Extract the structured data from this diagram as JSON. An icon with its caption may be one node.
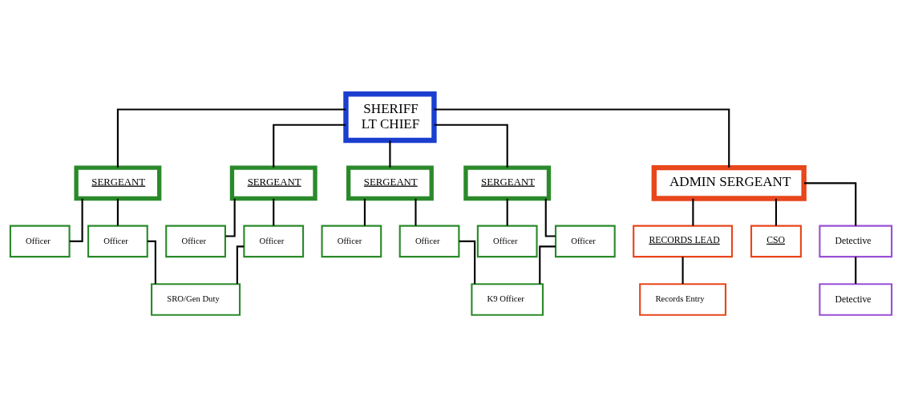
{
  "diagram": {
    "nodes": [
      {
        "text": [
          "SHERIFF",
          "LT CHIEF"
        ]
      },
      {
        "text": [
          "SERGEANT"
        ]
      },
      {
        "text": [
          "SERGEANT"
        ]
      },
      {
        "text": [
          "SERGEANT"
        ]
      },
      {
        "text": [
          "SERGEANT"
        ]
      },
      {
        "text": [
          "ADMIN SERGEANT"
        ]
      },
      {
        "text": [
          "Officer"
        ]
      },
      {
        "text": [
          "Officer"
        ]
      },
      {
        "text": [
          "Officer"
        ]
      },
      {
        "text": [
          "Officer"
        ]
      },
      {
        "text": [
          "Officer"
        ]
      },
      {
        "text": [
          "Officer"
        ]
      },
      {
        "text": [
          "Officer"
        ]
      },
      {
        "text": [
          "Officer"
        ]
      },
      {
        "text": [
          "SRO/Gen Duty"
        ]
      },
      {
        "text": [
          "K9 Officer"
        ]
      },
      {
        "text": [
          "RECORDS LEAD"
        ]
      },
      {
        "text": [
          "CSO"
        ]
      },
      {
        "text": [
          "Detective"
        ]
      },
      {
        "text": [
          "Records Entry"
        ]
      },
      {
        "text": [
          "Detective"
        ]
      }
    ],
    "edges": [
      {
        "from": 0,
        "to": 1,
        "arrow": "none"
      },
      {
        "from": 0,
        "to": 2,
        "arrow": "none"
      },
      {
        "from": 0,
        "to": 3,
        "arrow": "none"
      },
      {
        "from": 0,
        "to": 4,
        "arrow": "none"
      },
      {
        "from": 0,
        "to": 5,
        "arrow": "none"
      },
      {
        "from": 1,
        "to": 6,
        "arrow": "none"
      },
      {
        "from": 1,
        "to": 7,
        "arrow": "none"
      },
      {
        "from": 2,
        "to": 8,
        "arrow": "none"
      },
      {
        "from": 2,
        "to": 9,
        "arrow": "none"
      },
      {
        "from": 3,
        "to": 10,
        "arrow": "none"
      },
      {
        "from": 3,
        "to": 11,
        "arrow": "none"
      },
      {
        "from": 4,
        "to": 12,
        "arrow": "none"
      },
      {
        "from": 4,
        "to": 13,
        "arrow": "none"
      },
      {
        "from": 7,
        "to": 14,
        "arrow": "none"
      },
      {
        "from": 9,
        "to": 14,
        "arrow": "none"
      },
      {
        "from": 11,
        "to": 15,
        "arrow": "none"
      },
      {
        "from": 13,
        "to": 15,
        "arrow": "none"
      },
      {
        "from": 5,
        "to": 16,
        "arrow": "none"
      },
      {
        "from": 5,
        "to": 17,
        "arrow": "none"
      },
      {
        "from": 5,
        "to": 18,
        "arrow": "none"
      },
      {
        "from": 16,
        "to": 19,
        "arrow": "none"
      },
      {
        "from": 18,
        "to": 20,
        "arrow": "none"
      }
    ]
  }
}
